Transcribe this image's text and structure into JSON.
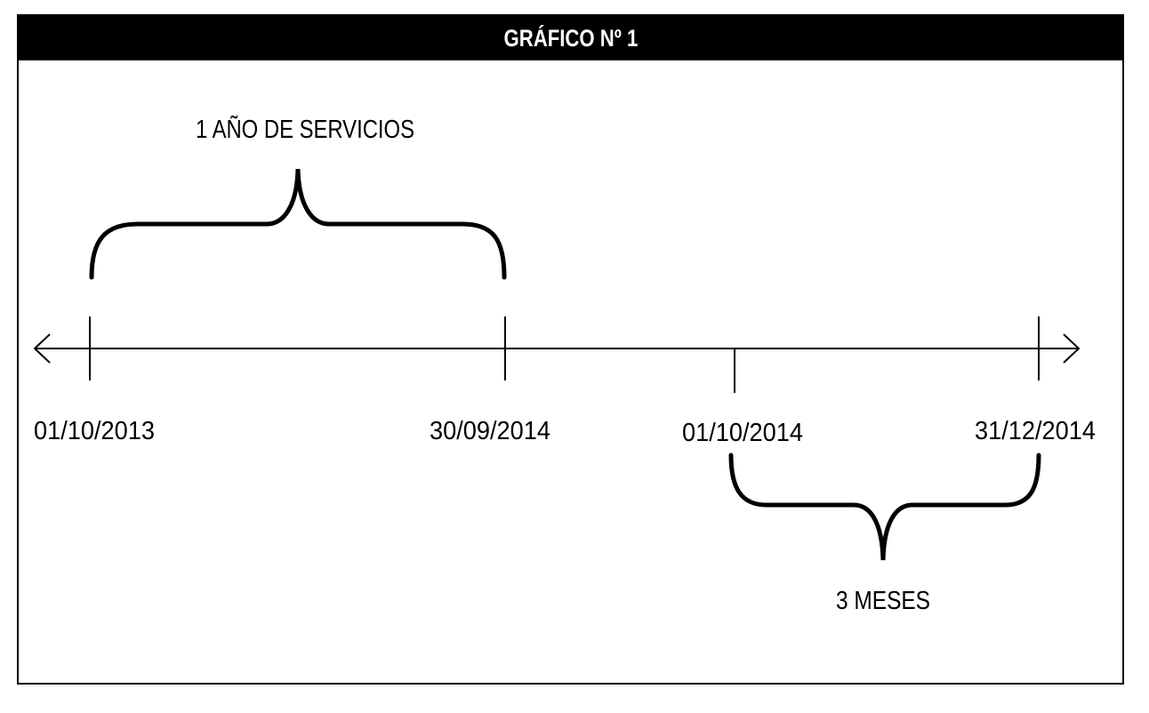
{
  "header": {
    "title": "GRÁFICO Nº 1"
  },
  "timeline": {
    "dates": [
      "01/10/2013",
      "30/09/2014",
      "01/10/2014",
      "31/12/2014"
    ]
  },
  "braces": {
    "top_label": "1 AÑO DE SERVICIOS",
    "bottom_label": "3 MESES"
  },
  "colors": {
    "ink": "#000000",
    "header_bg": "#000000",
    "header_text": "#ffffff"
  }
}
